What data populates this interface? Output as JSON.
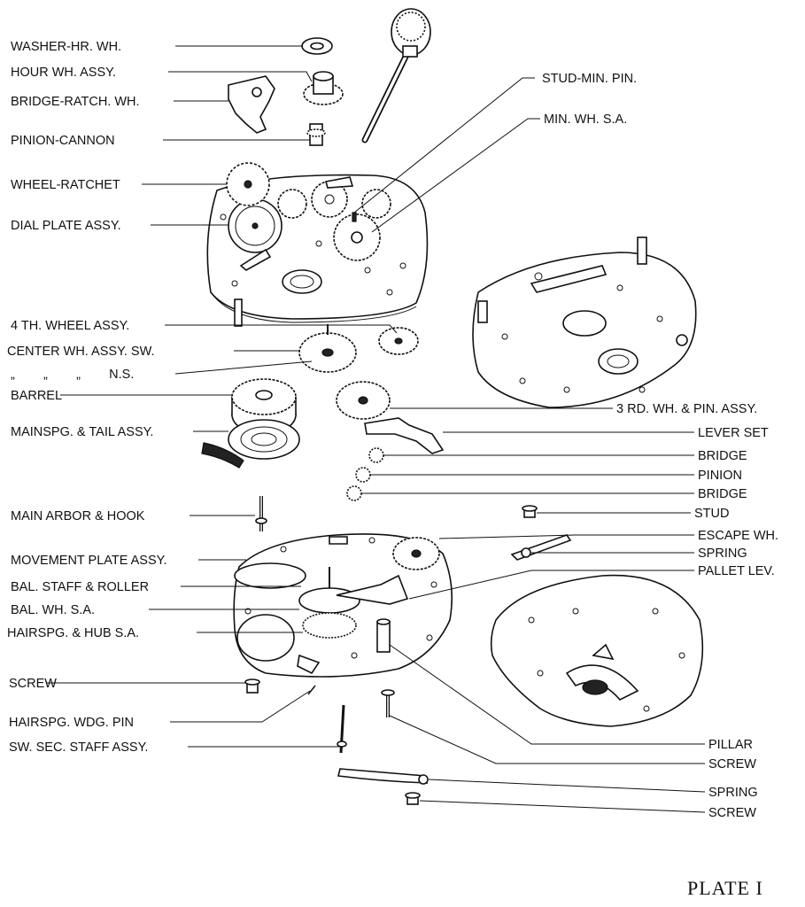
{
  "title": "PLATE I",
  "labels_left": [
    {
      "id": "washer-hr-wh",
      "text": "WASHER-HR. WH."
    },
    {
      "id": "hour-wh-assy",
      "text": "HOUR WH. ASSY."
    },
    {
      "id": "bridge-ratch-wh",
      "text": "BRIDGE-RATCH. WH."
    },
    {
      "id": "pinion-cannon",
      "text": "PINION-CANNON"
    },
    {
      "id": "wheel-ratchet",
      "text": "WHEEL-RATCHET"
    },
    {
      "id": "dial-plate-assy",
      "text": "DIAL PLATE ASSY."
    },
    {
      "id": "4th-wheel-assy",
      "text": "4 TH. WHEEL ASSY."
    },
    {
      "id": "center-wh-assy-sw",
      "text": "CENTER WH. ASSY. SW."
    },
    {
      "id": "center-wh-assy-ns",
      "text": "„        „        „        N.S."
    },
    {
      "id": "barrel",
      "text": "BARREL"
    },
    {
      "id": "mainspg-tail-assy",
      "text": "MAINSPG. & TAIL ASSY."
    },
    {
      "id": "main-arbor-hook",
      "text": "MAIN ARBOR & HOOK"
    },
    {
      "id": "movement-plate-assy",
      "text": "MOVEMENT PLATE ASSY."
    },
    {
      "id": "bal-staff-roller",
      "text": "BAL. STAFF & ROLLER"
    },
    {
      "id": "bal-wh-sa",
      "text": "BAL. WH. S.A."
    },
    {
      "id": "hairspg-hub-sa",
      "text": "HAIRSPG. & HUB S.A."
    },
    {
      "id": "screw-left",
      "text": "SCREW"
    },
    {
      "id": "hairspg-wdg-pin",
      "text": "HAIRSPG. WDG. PIN"
    },
    {
      "id": "sw-sec-staff-assy",
      "text": "SW. SEC. STAFF ASSY."
    }
  ],
  "labels_right": [
    {
      "id": "stud-min-pin",
      "text": "STUD-MIN. PIN."
    },
    {
      "id": "min-wh-sa",
      "text": "MIN. WH. S.A."
    },
    {
      "id": "3rd-wh-pin-assy",
      "text": "3 RD. WH. & PIN. ASSY."
    },
    {
      "id": "lever-set",
      "text": "LEVER SET"
    },
    {
      "id": "bridge-1",
      "text": "BRIDGE"
    },
    {
      "id": "pinion",
      "text": "PINION"
    },
    {
      "id": "bridge-2",
      "text": "BRIDGE"
    },
    {
      "id": "stud",
      "text": "STUD"
    },
    {
      "id": "escape-wh",
      "text": "ESCAPE WH."
    },
    {
      "id": "spring-1",
      "text": "SPRING"
    },
    {
      "id": "pallet-lev",
      "text": "PALLET LEV."
    },
    {
      "id": "pillar",
      "text": "PILLAR"
    },
    {
      "id": "screw-1",
      "text": "SCREW"
    },
    {
      "id": "spring-2",
      "text": "SPRING"
    },
    {
      "id": "screw-2",
      "text": "SCREW"
    }
  ]
}
